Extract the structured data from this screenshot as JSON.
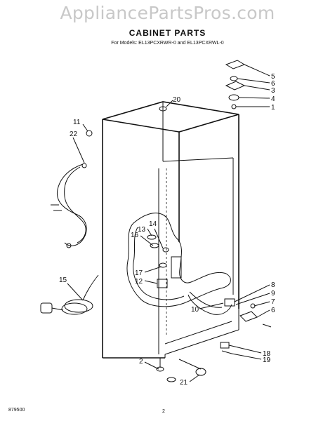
{
  "header": {
    "watermark": "AppliancePartsPros.com",
    "title": "CABINET PARTS",
    "models": "For Models: EL13PCXRWR-0  and EL13PCXRWL-0"
  },
  "footer": {
    "code": "879500",
    "page": "2"
  },
  "callouts": {
    "c5": "5",
    "c6a": "6",
    "c3": "3",
    "c4": "4",
    "c1": "1",
    "c20": "20",
    "c11": "11",
    "c22": "22",
    "c14": "14",
    "c13": "13",
    "c16": "16",
    "c17": "17",
    "c12": "12",
    "c15": "15",
    "c8": "8",
    "c9": "9",
    "c7": "7",
    "c6b": "6",
    "c10": "10",
    "c18": "18",
    "c19": "19",
    "c2": "2",
    "c21": "21"
  }
}
